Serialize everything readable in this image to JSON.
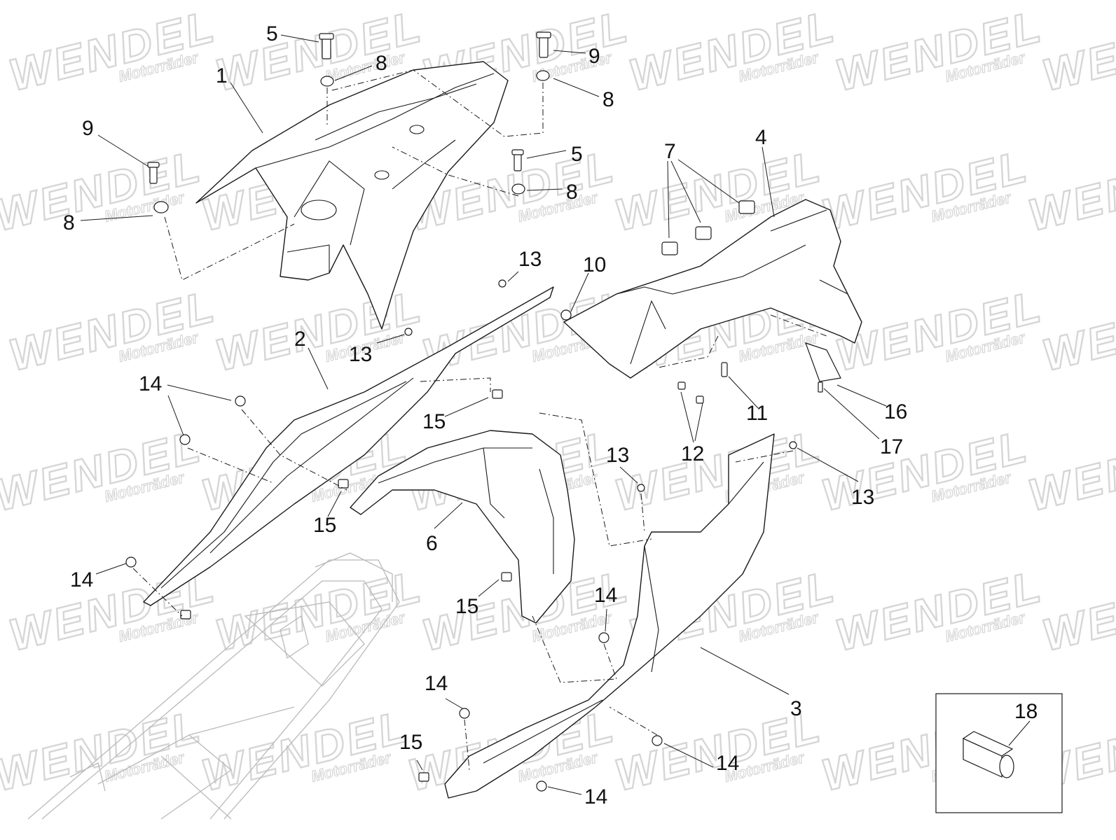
{
  "watermark": {
    "brand": "WENDEL",
    "tagline": "Motorräder"
  },
  "callouts": {
    "c1": "1",
    "c2": "2",
    "c3": "3",
    "c4": "4",
    "c5a": "5",
    "c5b": "5",
    "c6": "6",
    "c7": "7",
    "c8a": "8",
    "c8b": "8",
    "c8c": "8",
    "c8d": "8",
    "c9a": "9",
    "c9b": "9",
    "c10": "10",
    "c11": "11",
    "c12": "12",
    "c13a": "13",
    "c13b": "13",
    "c13c": "13",
    "c13d": "13",
    "c14a": "14",
    "c14b": "14",
    "c14c": "14",
    "c14d": "14",
    "c14e": "14",
    "c14f": "14",
    "c15a": "15",
    "c15b": "15",
    "c15c": "15",
    "c15d": "15",
    "c16": "16",
    "c17": "17",
    "c18": "18"
  }
}
